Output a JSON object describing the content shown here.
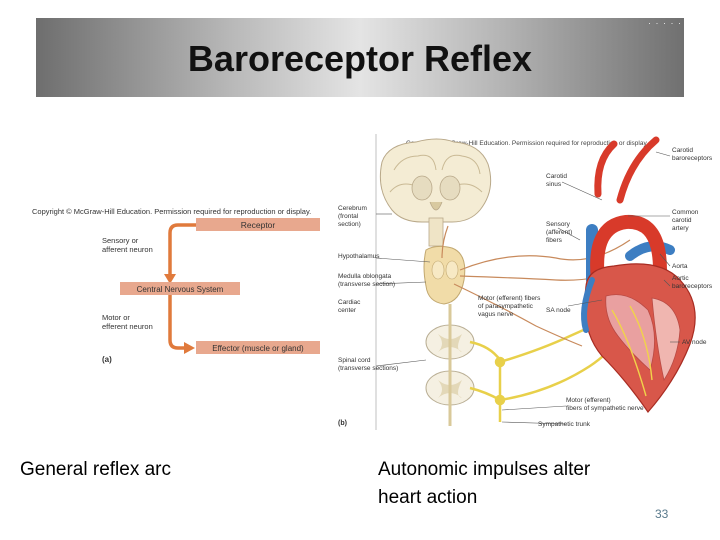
{
  "slide": {
    "title": "Baroreceptor Reflex",
    "caption_left": "General reflex arc",
    "caption_right_line1": "Autonomic impulses alter",
    "caption_right_line2": "heart action",
    "page_number": "33"
  },
  "diagram_a": {
    "copyright": "Copyright © McGraw-Hill Education. Permission required for reproduction or display.",
    "receptor": "Receptor",
    "sensory_1": "Sensory or",
    "sensory_2": "afferent neuron",
    "cns": "Central Nervous System",
    "motor_1": "Motor or",
    "motor_2": "efferent neuron",
    "effector": "Effector (muscle or gland)",
    "panel_label": "(a)"
  },
  "diagram_b": {
    "copyright": "Copyright © McGraw-Hill Education. Permission required for reproduction or display.",
    "cerebrum_1": "Cerebrum",
    "cerebrum_2": "(frontal",
    "cerebrum_3": "section)",
    "hypothalamus": "Hypothalamus",
    "medulla_1": "Medulla oblongata",
    "medulla_2": "(transverse section)",
    "cardiac_1": "Cardiac",
    "cardiac_2": "center",
    "spinal_1": "Spinal cord",
    "spinal_2": "(transverse sections)",
    "panel_label": "(b)",
    "carotid_sinus_1": "Carotid",
    "carotid_sinus_2": "sinus",
    "sensory_fibers_1": "Sensory",
    "sensory_fibers_2": "(afferent)",
    "sensory_fibers_3": "fibers",
    "motor_para_1": "Motor (efferent) fibers",
    "motor_para_2": "of parasympathetic",
    "motor_para_3": "vagus nerve",
    "sa_node": "SA node",
    "motor_symp_1": "Motor (efferent)",
    "motor_symp_2": "fibers of sympathetic nerve",
    "symp_trunk": "Sympathetic trunk",
    "carotid_baro_1": "Carotid",
    "carotid_baro_2": "baroreceptors",
    "common_carotid_1": "Common",
    "common_carotid_2": "carotid",
    "common_carotid_3": "artery",
    "aorta": "Aorta",
    "aortic_baro_1": "Aortic",
    "aortic_baro_2": "baroreceptors",
    "av_node": "AV node"
  }
}
